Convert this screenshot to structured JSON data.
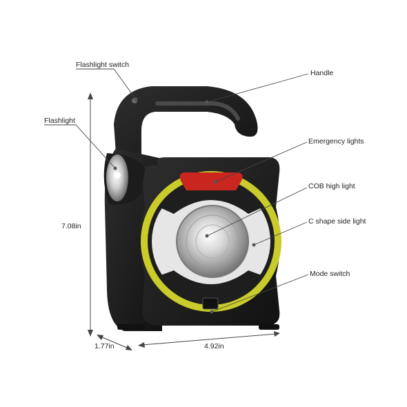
{
  "callouts": {
    "flashlight_switch": "Flashlight switch",
    "flashlight": "Flashlight",
    "handle": "Handle",
    "emergency_lights": "Emergency lights",
    "cob_high_light": "COB high light",
    "c_shape_side_light": "C shape side light",
    "mode_switch": "Mode switch"
  },
  "dimensions": {
    "height": "7.08in",
    "depth": "1.77in",
    "width": "4.92in"
  },
  "colors": {
    "body": "#1c1c1c",
    "ring": "#c9cc2a",
    "emergency_panel": "#c8261f",
    "side_light": "#e6e6e6"
  }
}
